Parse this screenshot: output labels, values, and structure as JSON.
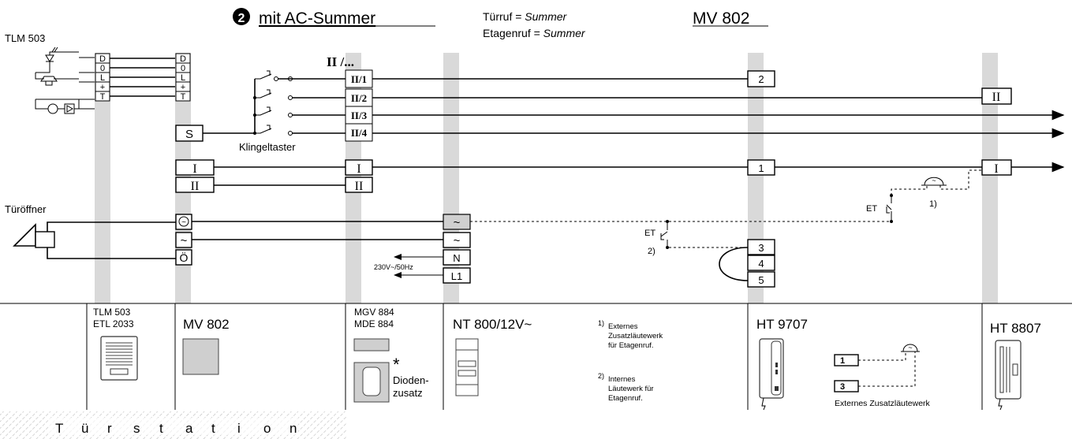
{
  "header": {
    "circle_number": "2",
    "mode": "mit AC-Summer",
    "turruf": "Türruf = ",
    "turruf_val": "Summer",
    "etagenruf": "Etagenruf = ",
    "etagenruf_val": "Summer",
    "model": "MV 802"
  },
  "tlm_title": "TLM 503",
  "tlm_terminals": [
    "D",
    "0",
    "L",
    "+",
    "T"
  ],
  "mv_terminals": [
    "D",
    "0",
    "L",
    "+",
    "T"
  ],
  "s_terminal": "S",
  "roman_mv": [
    "I",
    "II"
  ],
  "roman_mgv": [
    "I",
    "II"
  ],
  "mgv_header": "II /...",
  "mgv_bells": [
    "II/1",
    "II/2",
    "II/3",
    "II/4"
  ],
  "bell_label": "Klingeltaster",
  "door_opener_label": "Türöffner",
  "mv_power": [
    "~",
    "Ö"
  ],
  "nt_terminals": [
    "~",
    "~",
    "N",
    "L1"
  ],
  "mains_label": "230V~/50Hz",
  "ht9707_top": "2",
  "ht9707_mid": "1",
  "ht9707_bottom": [
    "3",
    "4",
    "5"
  ],
  "ht8807_top": "II",
  "ht8807_mid": "I",
  "et_label_1": "ET",
  "et_label_2": "ET",
  "note_ref_1": "1)",
  "note_ref_2": "2)",
  "devices": {
    "tlm": [
      "TLM 503",
      "ETL 2033"
    ],
    "mv": "MV 802",
    "mgv": [
      "MGV 884",
      "MDE 884"
    ],
    "diode_star": "*",
    "diode": [
      "Dioden-",
      "zusatz"
    ],
    "nt": "NT 800/12V~",
    "ht9707": "HT 9707",
    "ht8807": "HT 8807"
  },
  "notes": {
    "n1_mark": "1)",
    "n1": [
      "Externes",
      "Zusatzläutewerk",
      "für Etagenruf."
    ],
    "n2_mark": "2)",
    "n2": [
      "Internes",
      "Läutewerk für",
      "Etagenruf."
    ]
  },
  "ext_bell": {
    "t1": "1",
    "t3": "3",
    "label": "Externes Zusatzläutewerk"
  },
  "footer_letters": [
    "T",
    "ü",
    "r",
    "s",
    "t",
    "a",
    "t",
    "i",
    "o",
    "n"
  ]
}
